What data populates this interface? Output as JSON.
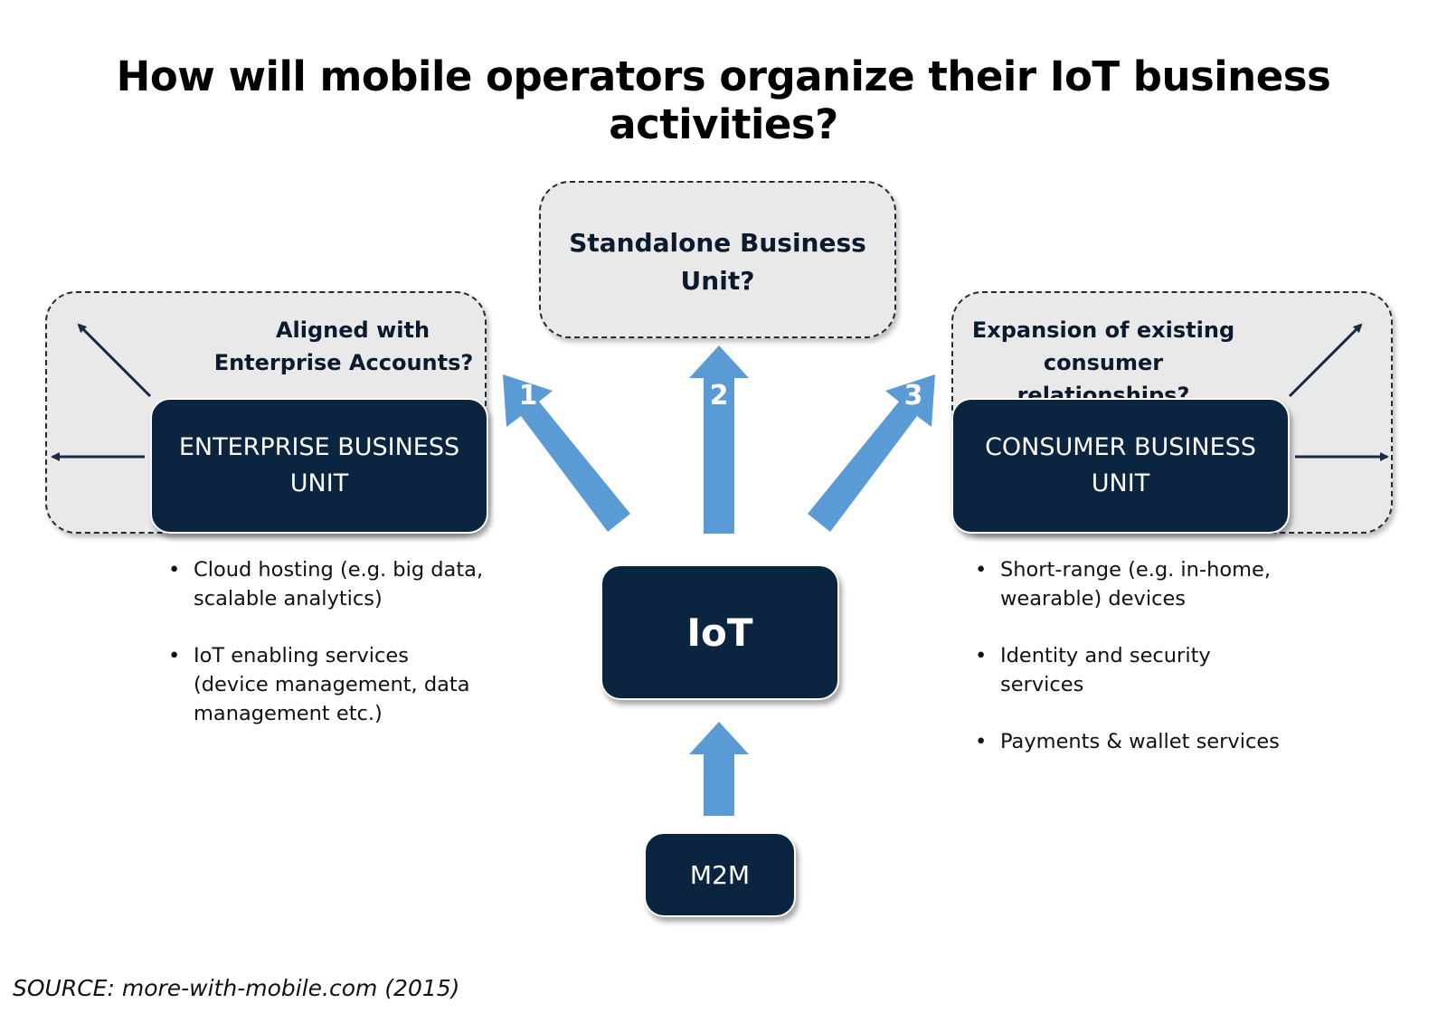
{
  "title": "How will mobile operators organize their IoT business activities?",
  "standalone": {
    "line1": "Standalone Business",
    "line2": "Unit?"
  },
  "enterprise_region": {
    "question_line1": "Aligned with",
    "question_line2": "Enterprise Accounts?",
    "box_line1": "ENTERPRISE BUSINESS",
    "box_line2": "UNIT",
    "bullets": [
      {
        "line1": "Cloud hosting (e.g. big data,",
        "line2": "scalable analytics)",
        "line3": ""
      },
      {
        "line1": "IoT enabling services",
        "line2": "(device management, data",
        "line3": "management etc.)"
      }
    ]
  },
  "consumer_region": {
    "question_line1": "Expansion of existing",
    "question_line2": "consumer relationships?",
    "box_line1": "CONSUMER BUSINESS",
    "box_line2": "UNIT",
    "bullets": [
      {
        "line1": "Short-range (e.g. in-home,",
        "line2": "wearable) devices"
      },
      {
        "line1": "Identity and security",
        "line2": "services"
      },
      {
        "line1": "Payments & wallet services",
        "line2": ""
      }
    ]
  },
  "center": {
    "iot_label": "IoT",
    "m2m_label": "M2M"
  },
  "arrow_numbers": [
    "1",
    "2",
    "3"
  ],
  "source": "SOURCE: more-with-mobile.com (2015)",
  "colors": {
    "dark_box": "#0b2440",
    "dashed_region": "#e9e9ea",
    "blue_arrow": "#5b9bd5",
    "thin_arrow": "#1a2a44"
  }
}
